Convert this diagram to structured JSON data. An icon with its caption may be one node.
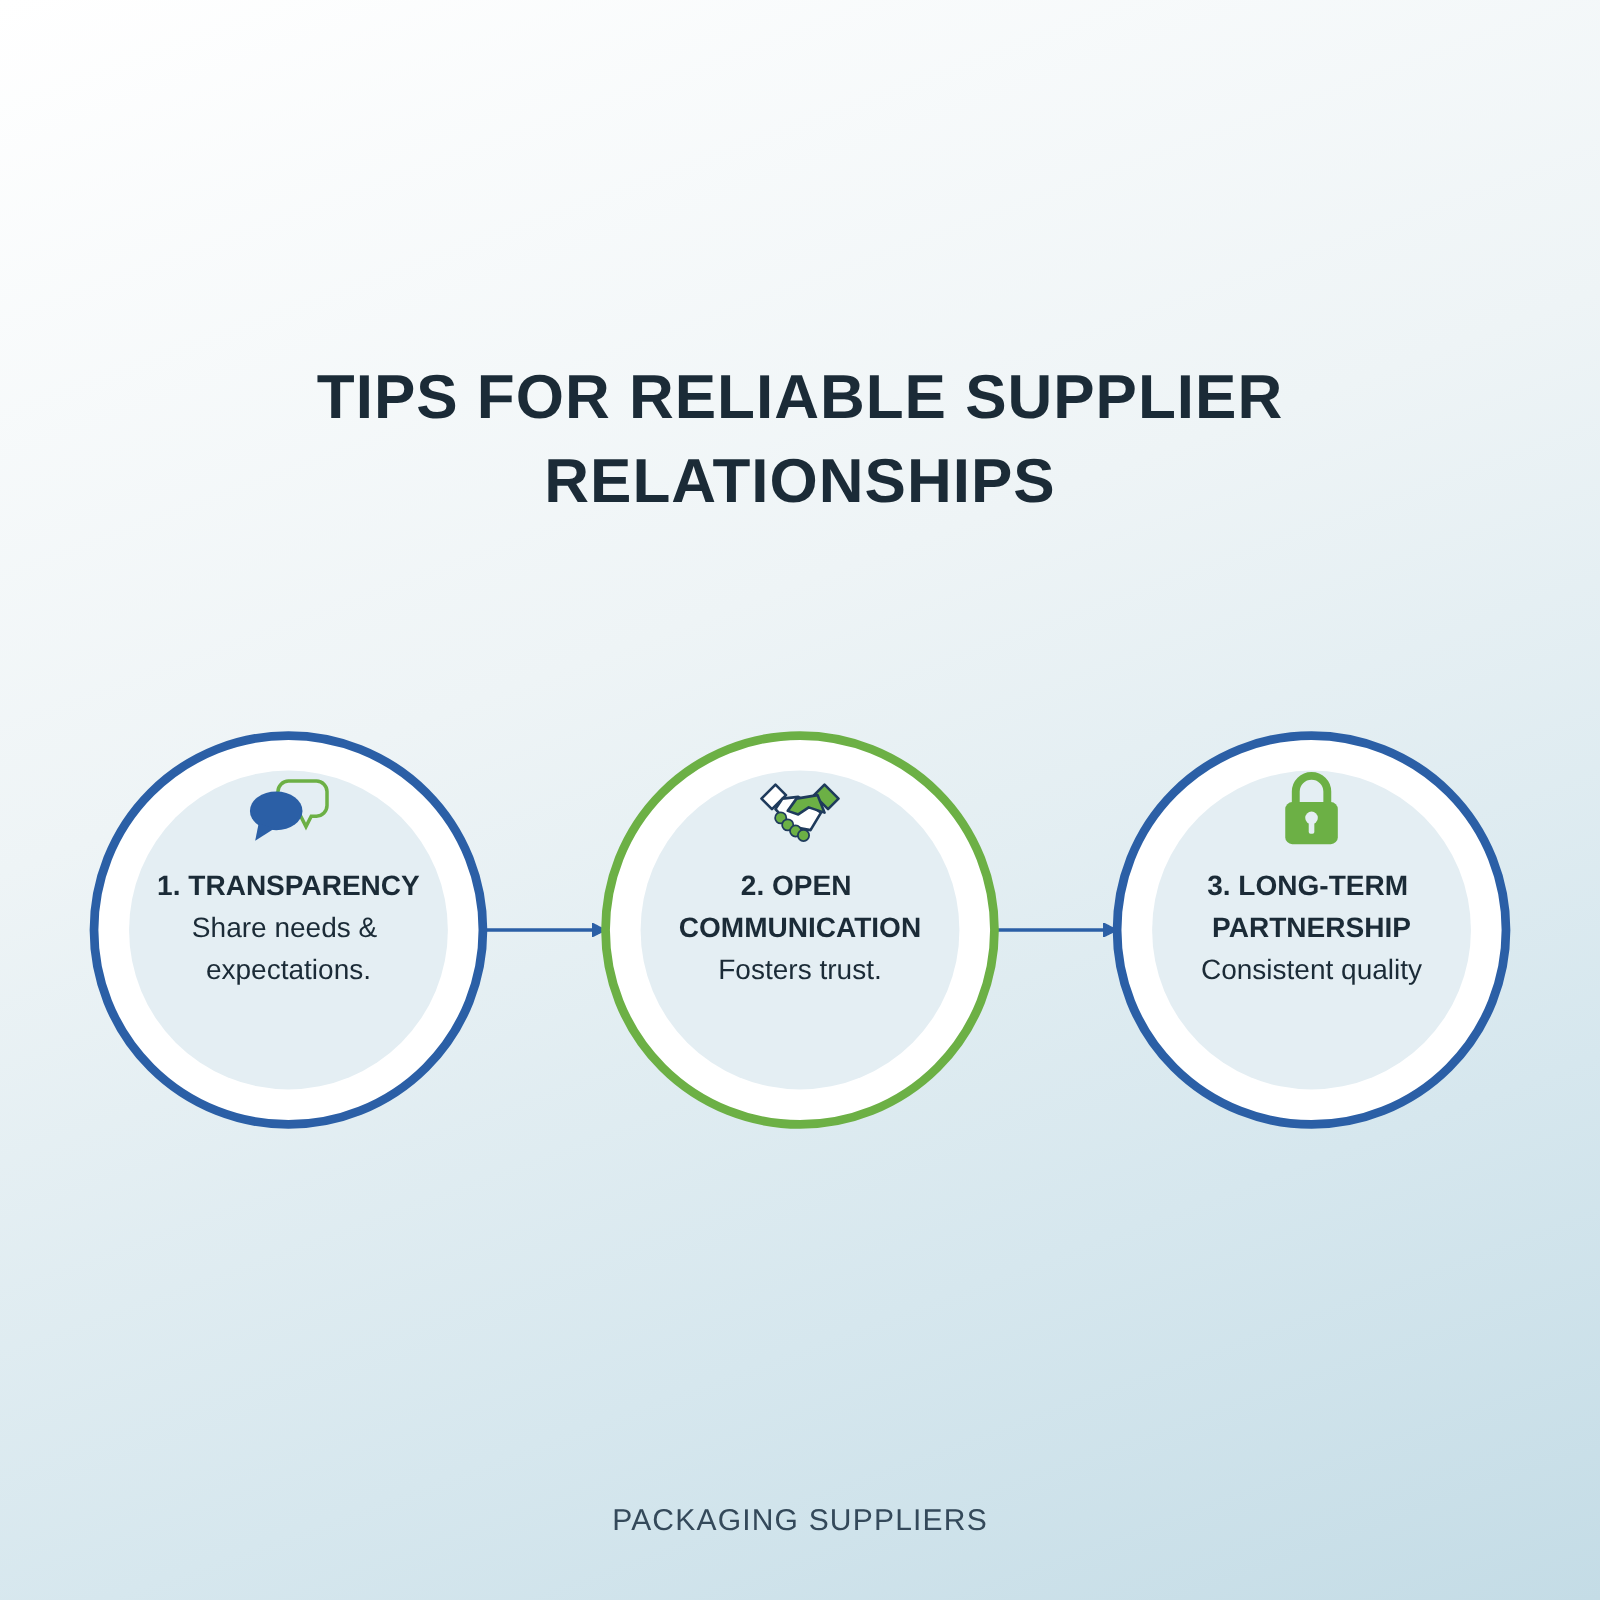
{
  "diagram": {
    "title": "TIPS FOR RELIABLE SUPPLIER RELATIONSHIPS",
    "caption": "PACKAGING SUPPLIERS",
    "nodes": [
      {
        "text": [
          "1. TRANSPARENCY",
          "Share needs & expectations."
        ]
      },
      {
        "text": [
          "2. OPEN COMMUNICATION",
          "Fosters trust."
        ]
      },
      {
        "text": [
          "3. LONG-TERM PARTNERSHIP",
          "Consistent quality"
        ]
      }
    ],
    "edges": [
      {
        "from": 0,
        "to": 1,
        "arrow": "to"
      },
      {
        "from": 1,
        "to": 2,
        "arrow": "to"
      }
    ]
  }
}
